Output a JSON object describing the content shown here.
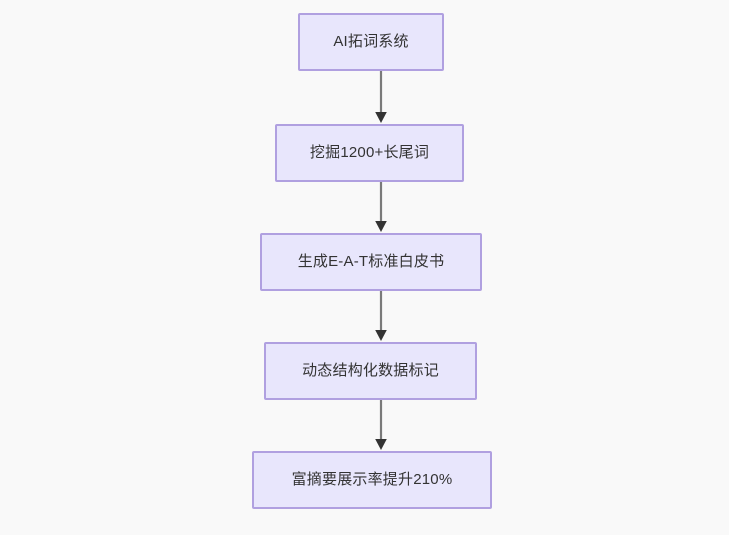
{
  "diagram": {
    "type": "flowchart",
    "direction": "top-to-bottom",
    "background_color": "#f9f9f9",
    "node_fill_color": "#e8e6fc",
    "node_border_color": "#b0a0e0",
    "node_text_color": "#333333",
    "edge_line_color": "#7a7a7a",
    "edge_arrow_color": "#333333",
    "nodes": [
      {
        "id": "node-1",
        "label": "AI拓词系统"
      },
      {
        "id": "node-2",
        "label": "挖掘1200+长尾词"
      },
      {
        "id": "node-3",
        "label": "生成E-A-T标准白皮书"
      },
      {
        "id": "node-4",
        "label": "动态结构化数据标记"
      },
      {
        "id": "node-5",
        "label": "富摘要展示率提升210%"
      }
    ],
    "edges": [
      {
        "id": "edge-1",
        "from": "node-1",
        "to": "node-2",
        "label": ""
      },
      {
        "id": "edge-2",
        "from": "node-2",
        "to": "node-3",
        "label": ""
      },
      {
        "id": "edge-3",
        "from": "node-3",
        "to": "node-4",
        "label": ""
      },
      {
        "id": "edge-4",
        "from": "node-4",
        "to": "node-5",
        "label": ""
      }
    ]
  }
}
